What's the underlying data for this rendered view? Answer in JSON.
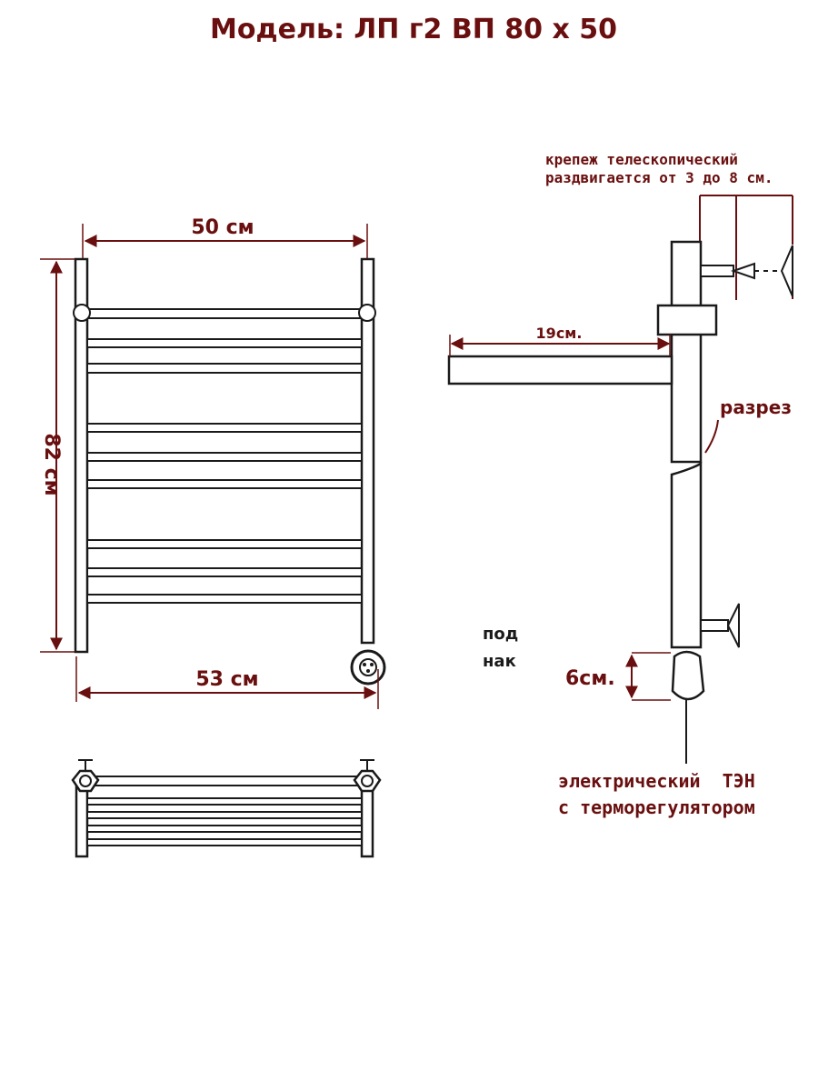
{
  "title": "Модель: ЛП г2 ВП 80 х 50",
  "colors": {
    "dimension": "#6a0f0f",
    "line": "#1a1a1a",
    "background": "#ffffff"
  },
  "front_view": {
    "width_axis_label": "50 см",
    "height_label": "82 см",
    "overall_width_label": "53 см"
  },
  "side_view": {
    "mount_note_line1": "крепеж телескопический",
    "mount_note_line2": "раздвигается от 3 до 8 см.",
    "depth_label": "19см.",
    "cut_label": "разрез",
    "clearance_label": "6см.",
    "element_line1": "электрический  ТЭН",
    "element_line2": "с терморегулятором"
  },
  "mount_note": {
    "line1": "под",
    "line2": "нак"
  }
}
